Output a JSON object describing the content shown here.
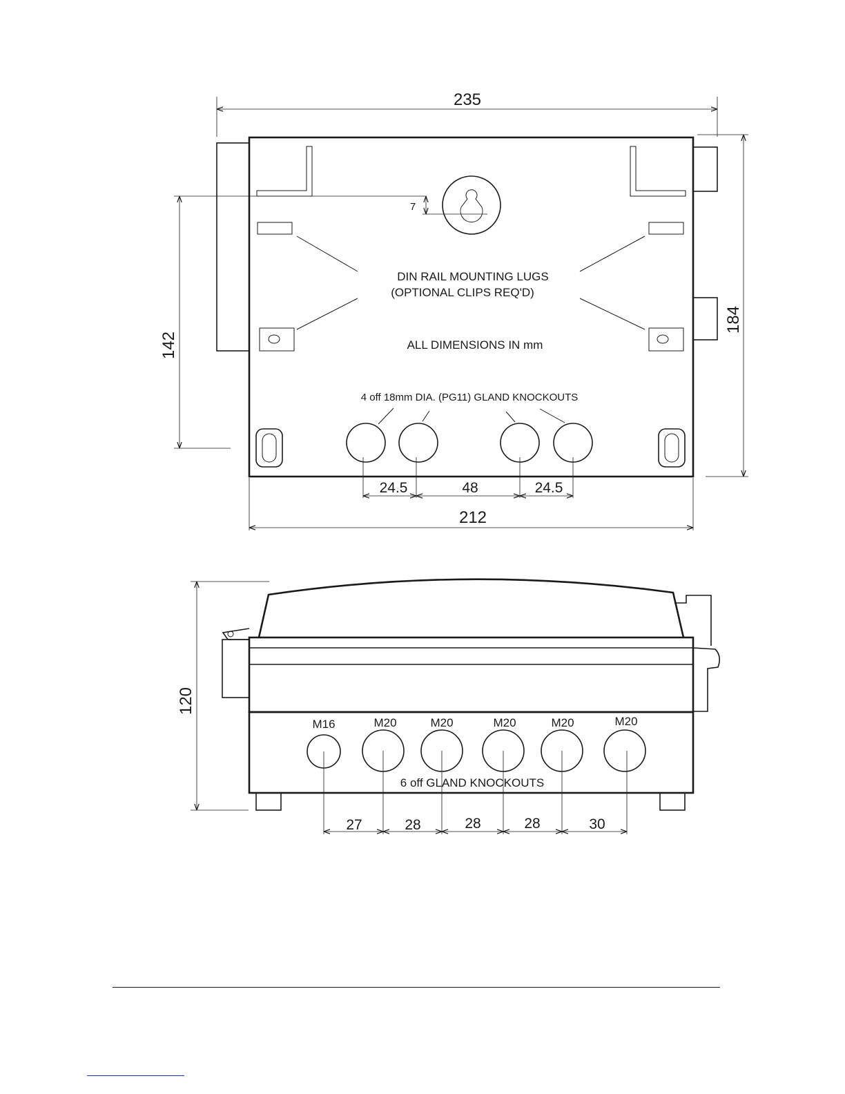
{
  "top_view": {
    "overall_width": "235",
    "base_width": "212",
    "height": "184",
    "mount_height": "142",
    "keyhole_offset": "7",
    "lugs_line1": "DIN RAIL MOUNTING LUGS",
    "lugs_line2": "(OPTIONAL CLIPS REQ'D)",
    "units_note": "ALL DIMENSIONS IN mm",
    "knockouts_note": "4 off 18mm DIA. (PG11) GLAND KNOCKOUTS",
    "spacings": [
      "24.5",
      "48",
      "24.5"
    ]
  },
  "side_view": {
    "height": "120",
    "glands": [
      "M16",
      "M20",
      "M20",
      "M20",
      "M20",
      "M20"
    ],
    "knockouts_note": "6 off  GLAND KNOCKOUTS",
    "spacings": [
      "27",
      "28",
      "28",
      "28",
      "30"
    ]
  },
  "colors": {
    "ink": "#1a1a1a",
    "link": "#2233cc"
  }
}
